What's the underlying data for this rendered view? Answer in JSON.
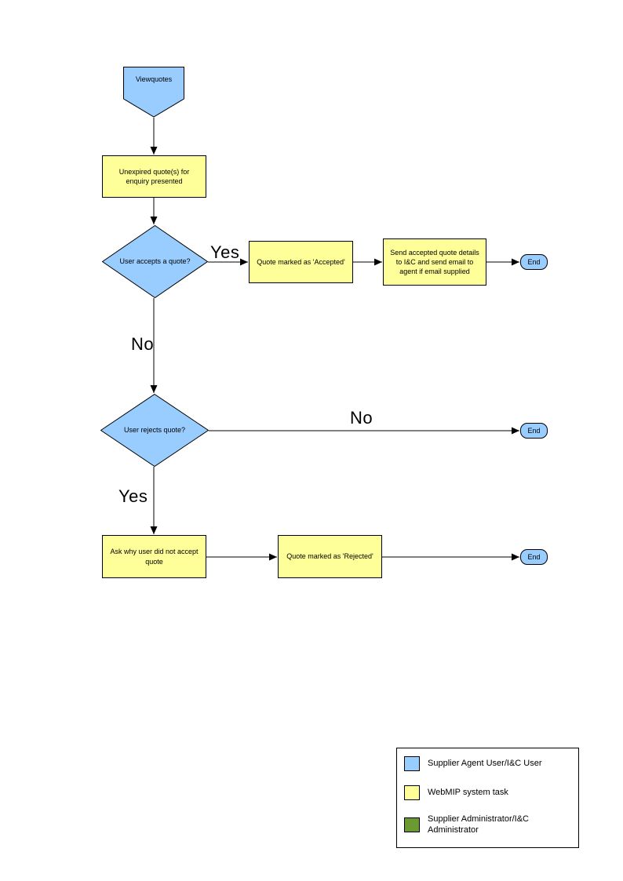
{
  "diagram": {
    "nodes": {
      "start": {
        "label": "Viewquotes",
        "type": "start",
        "color": "#99CCFF"
      },
      "present_quotes": {
        "label": "Unexpired quote(s) for enquiry presented",
        "type": "task",
        "color": "#FFFF99"
      },
      "accept_decision": {
        "label": "User accepts a quote?",
        "type": "decision",
        "color": "#99CCFF"
      },
      "mark_accepted": {
        "label": "Quote marked as 'Accepted'",
        "type": "task",
        "color": "#FFFF99"
      },
      "send_details": {
        "label": "Send accepted quote details to I&C and send email to agent if email supplied",
        "type": "task",
        "color": "#FFFF99"
      },
      "end_accept": {
        "label": "End",
        "type": "end",
        "color": "#99CCFF"
      },
      "reject_decision": {
        "label": "User rejects quote?",
        "type": "decision",
        "color": "#99CCFF"
      },
      "end_no_reject": {
        "label": "End",
        "type": "end",
        "color": "#99CCFF"
      },
      "ask_why": {
        "label": "Ask why user did not accept quote",
        "type": "task",
        "color": "#FFFF99"
      },
      "mark_rejected": {
        "label": "Quote marked as 'Rejected'",
        "type": "task",
        "color": "#FFFF99"
      },
      "end_reject": {
        "label": "End",
        "type": "end",
        "color": "#99CCFF"
      }
    },
    "edge_labels": {
      "accept_yes": "Yes",
      "accept_no": "No",
      "reject_no": "No",
      "reject_yes": "Yes"
    },
    "legend": {
      "items": [
        {
          "label": "Supplier Agent User/I&C User",
          "color": "#99CCFF"
        },
        {
          "label": "WebMIP system task",
          "color": "#FFFF99"
        },
        {
          "label": "Supplier Administrator/I&C Administrator",
          "color": "#6B9A33"
        }
      ]
    },
    "colors": {
      "line": "#000000",
      "background": "#FFFFFF"
    }
  }
}
